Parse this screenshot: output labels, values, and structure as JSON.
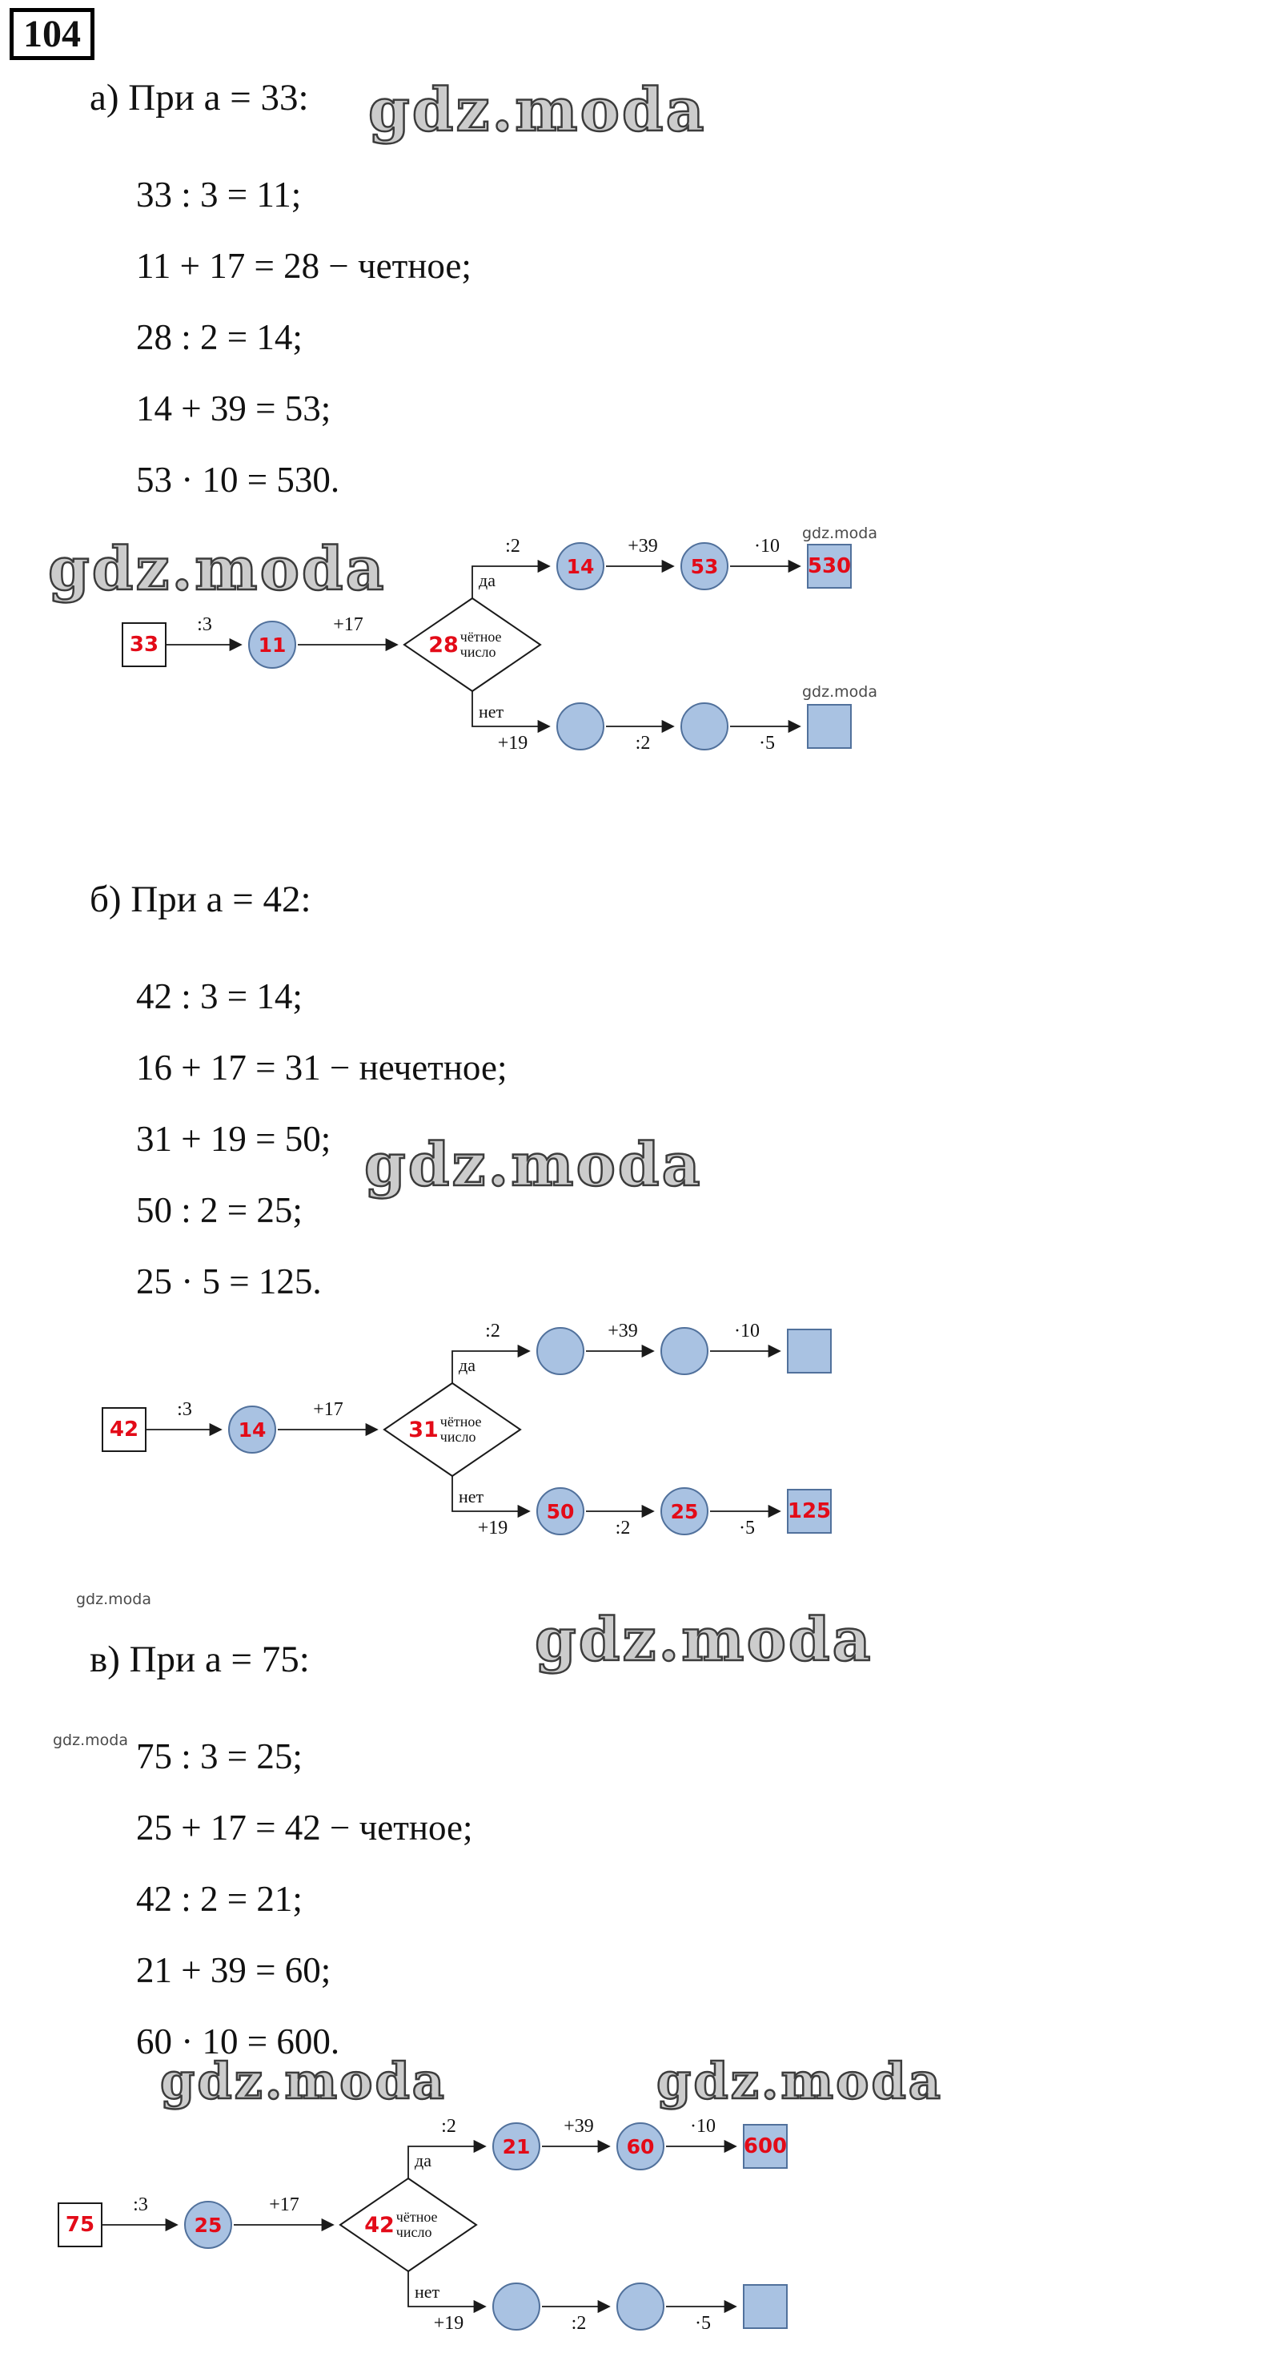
{
  "watermark": "gdz.moda",
  "problem_number": "104",
  "parts": [
    {
      "heading": "а) При a = 33:",
      "steps": [
        "33 : 3 = 11;",
        "11 + 17 = 28 − четное;",
        "28 : 2 = 14;",
        "14 + 39 = 53;",
        "53 · 10 = 530."
      ],
      "flow": {
        "start": "33",
        "op_start": ":3",
        "node1": "11",
        "op_node1": "+17",
        "decision_value": "28",
        "decision_label": "чётное число",
        "branch_yes": "да",
        "branch_no": "нет",
        "top": {
          "op1": ":2",
          "c1": "14",
          "op2": "+39",
          "c2": "53",
          "op3": "·10",
          "result": "530"
        },
        "bottom": {
          "op1": "+19",
          "c1": "",
          "op2": ":2",
          "c2": "",
          "op3": "·5",
          "result": ""
        }
      }
    },
    {
      "heading": "б) При a = 42:",
      "steps": [
        "42 : 3 = 14;",
        "16 + 17 = 31 − нечетное;",
        "31 + 19 = 50;",
        "50 : 2 = 25;",
        "25 · 5 = 125."
      ],
      "flow": {
        "start": "42",
        "op_start": ":3",
        "node1": "14",
        "op_node1": "+17",
        "decision_value": "31",
        "decision_label": "чётное число",
        "branch_yes": "да",
        "branch_no": "нет",
        "top": {
          "op1": ":2",
          "c1": "",
          "op2": "+39",
          "c2": "",
          "op3": "·10",
          "result": ""
        },
        "bottom": {
          "op1": "+19",
          "c1": "50",
          "op2": ":2",
          "c2": "25",
          "op3": "·5",
          "result": "125"
        }
      }
    },
    {
      "heading": "в) При a = 75:",
      "steps": [
        "75 : 3 = 25;",
        "25 + 17 = 42 − четное;",
        "42 : 2 = 21;",
        "21 + 39 = 60;",
        "60 · 10 = 600."
      ],
      "flow": {
        "start": "75",
        "op_start": ":3",
        "node1": "25",
        "op_node1": "+17",
        "decision_value": "42",
        "decision_label": "чётное число",
        "branch_yes": "да",
        "branch_no": "нет",
        "top": {
          "op1": ":2",
          "c1": "21",
          "op2": "+39",
          "c2": "60",
          "op3": "·10",
          "result": "600"
        },
        "bottom": {
          "op1": "+19",
          "c1": "",
          "op2": ":2",
          "c2": "",
          "op3": "·5",
          "result": ""
        }
      }
    }
  ]
}
